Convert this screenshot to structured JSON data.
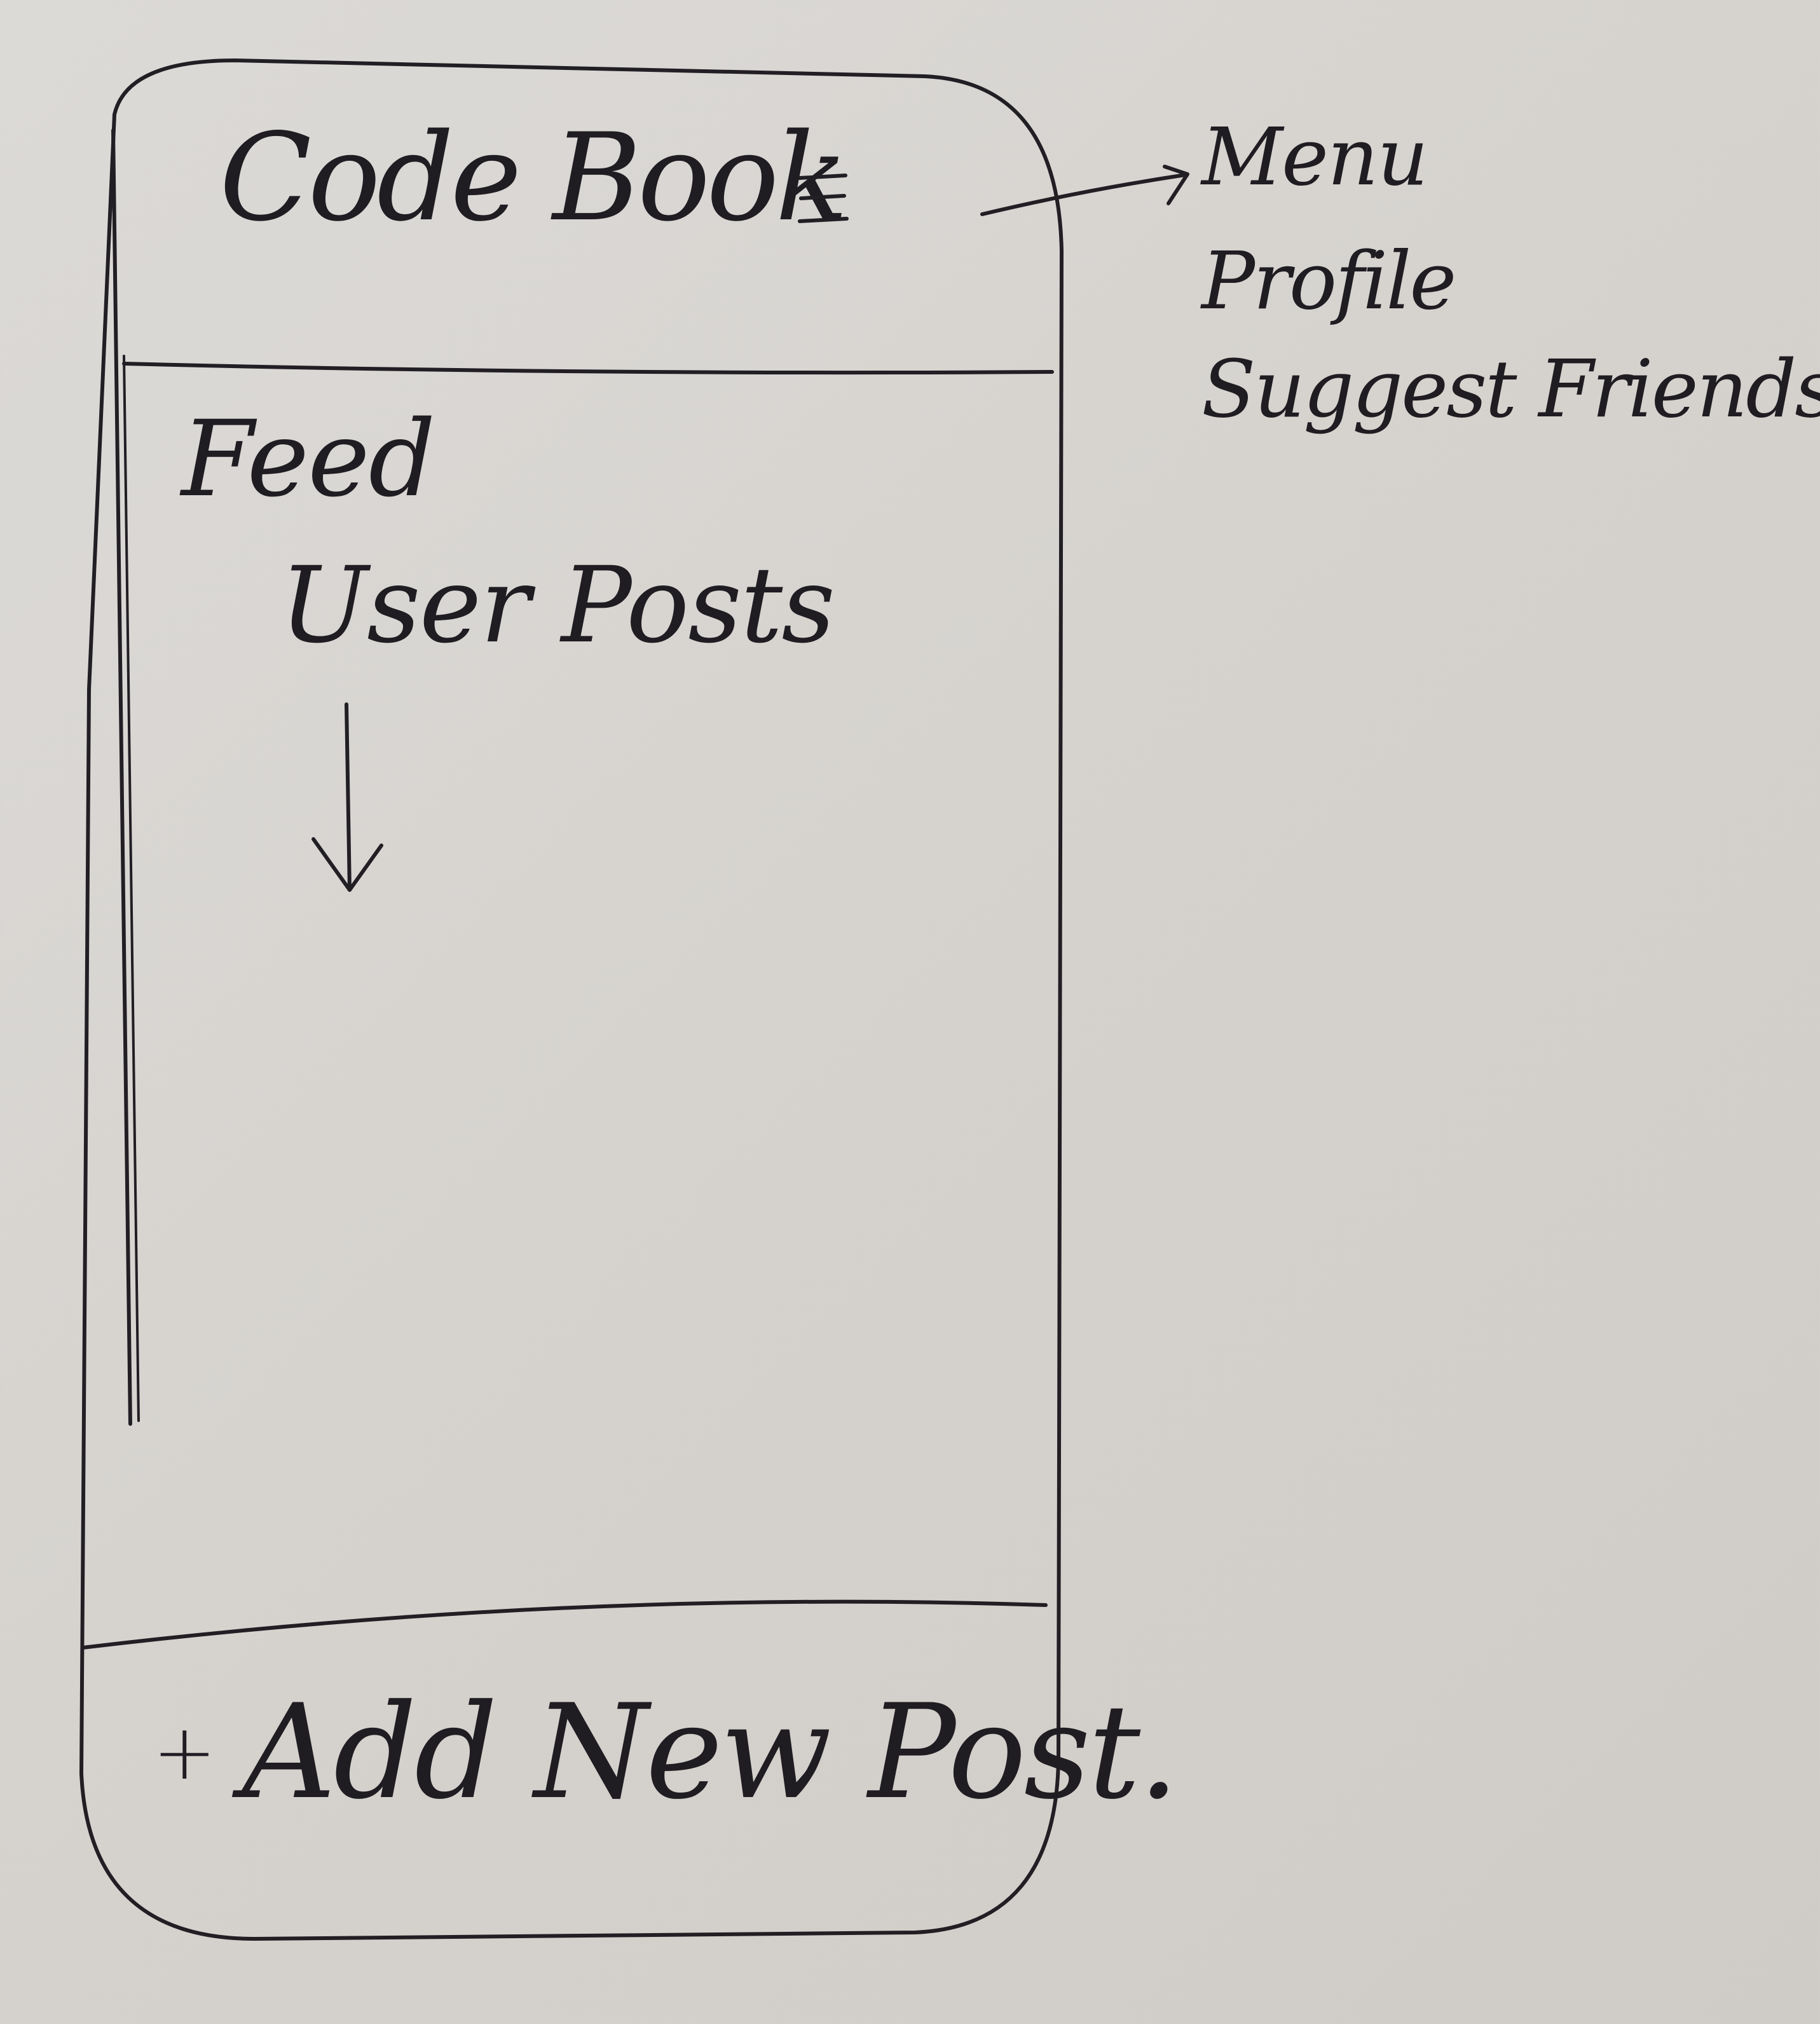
{
  "app": {
    "title": "Code Book",
    "menu_icon": "hamburger-icon"
  },
  "feed": {
    "title": "Feed",
    "subtitle": "User Posts"
  },
  "footer": {
    "add_post_icon": "plus-icon",
    "add_post_label": "Add New Post."
  },
  "menu_annotation": {
    "heading": "Menu",
    "items": [
      "Profile",
      "Suggest Friends."
    ]
  }
}
